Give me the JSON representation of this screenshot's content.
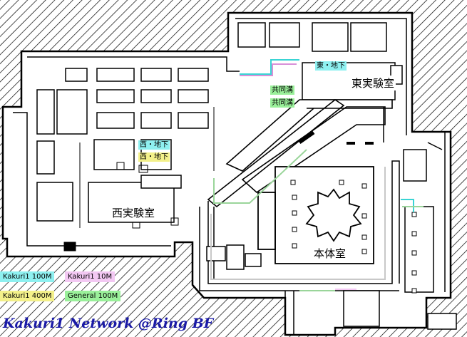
{
  "map": {
    "title": "Kakuri1 Network @Ring BF",
    "rooms": {
      "east_lab": "東実験室",
      "west_lab": "西実験室",
      "main_hall": "本体室"
    },
    "tags": {
      "east_underground": "東・地下",
      "shared_trench_1": "共同溝",
      "shared_trench_2": "共同溝",
      "west_underground_1": "西・地下",
      "west_underground_2": "西・地下"
    },
    "legend": [
      {
        "label": "Kakuri1 100M",
        "color": "#8ef0f0"
      },
      {
        "label": "Kakuri1 10M",
        "color": "#f3c8f3"
      },
      {
        "label": "Kakuri1 400M",
        "color": "#f3f08a"
      },
      {
        "label": "General 100M",
        "color": "#9af09a"
      }
    ],
    "colors": {
      "title": "#1a1aa6",
      "hatch": "#000000",
      "background": "#ffffff"
    }
  }
}
